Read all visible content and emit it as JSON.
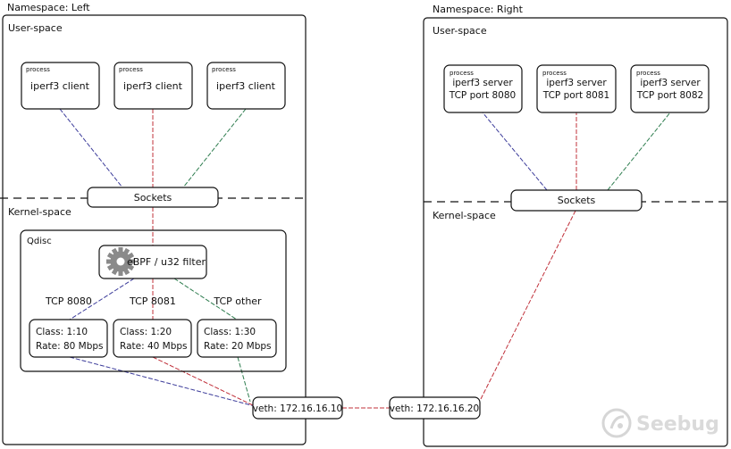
{
  "left_namespace": {
    "title": "Namespace: Left",
    "user_space_label": "User-space",
    "kernel_space_label": "Kernel-space",
    "processes": [
      {
        "tag": "process",
        "name": "iperf3 client"
      },
      {
        "tag": "process",
        "name": "iperf3 client"
      },
      {
        "tag": "process",
        "name": "iperf3 client"
      }
    ],
    "sockets_label": "Sockets",
    "qdisc": {
      "title": "Qdisc",
      "filter_label": "eBPF / u32 filter",
      "match_labels": [
        "TCP 8080",
        "TCP 8081",
        "TCP other"
      ],
      "classes": [
        {
          "class_line": "Class: 1:10",
          "rate_line": "Rate: 80 Mbps"
        },
        {
          "class_line": "Class: 1:20",
          "rate_line": "Rate: 40 Mbps"
        },
        {
          "class_line": "Class: 1:30",
          "rate_line": "Rate: 20 Mbps"
        }
      ]
    },
    "veth_label": "veth: 172.16.16.10"
  },
  "right_namespace": {
    "title": "Namespace: Right",
    "user_space_label": "User-space",
    "kernel_space_label": "Kernel-space",
    "processes": [
      {
        "tag": "process",
        "line1": "iperf3 server",
        "line2": "TCP port 8080"
      },
      {
        "tag": "process",
        "line1": "iperf3 server",
        "line2": "TCP port 8081"
      },
      {
        "tag": "process",
        "line1": "iperf3 server",
        "line2": "TCP port 8082"
      }
    ],
    "sockets_label": "Sockets",
    "veth_label": "veth: 172.16.16.20"
  },
  "watermark": "Seebug",
  "colors": {
    "blue_flow": "#3b3b9a",
    "red_flow": "#c0303a",
    "green_flow": "#2e7d4f",
    "stroke": "#111111",
    "gear": "#8a8a8a"
  }
}
